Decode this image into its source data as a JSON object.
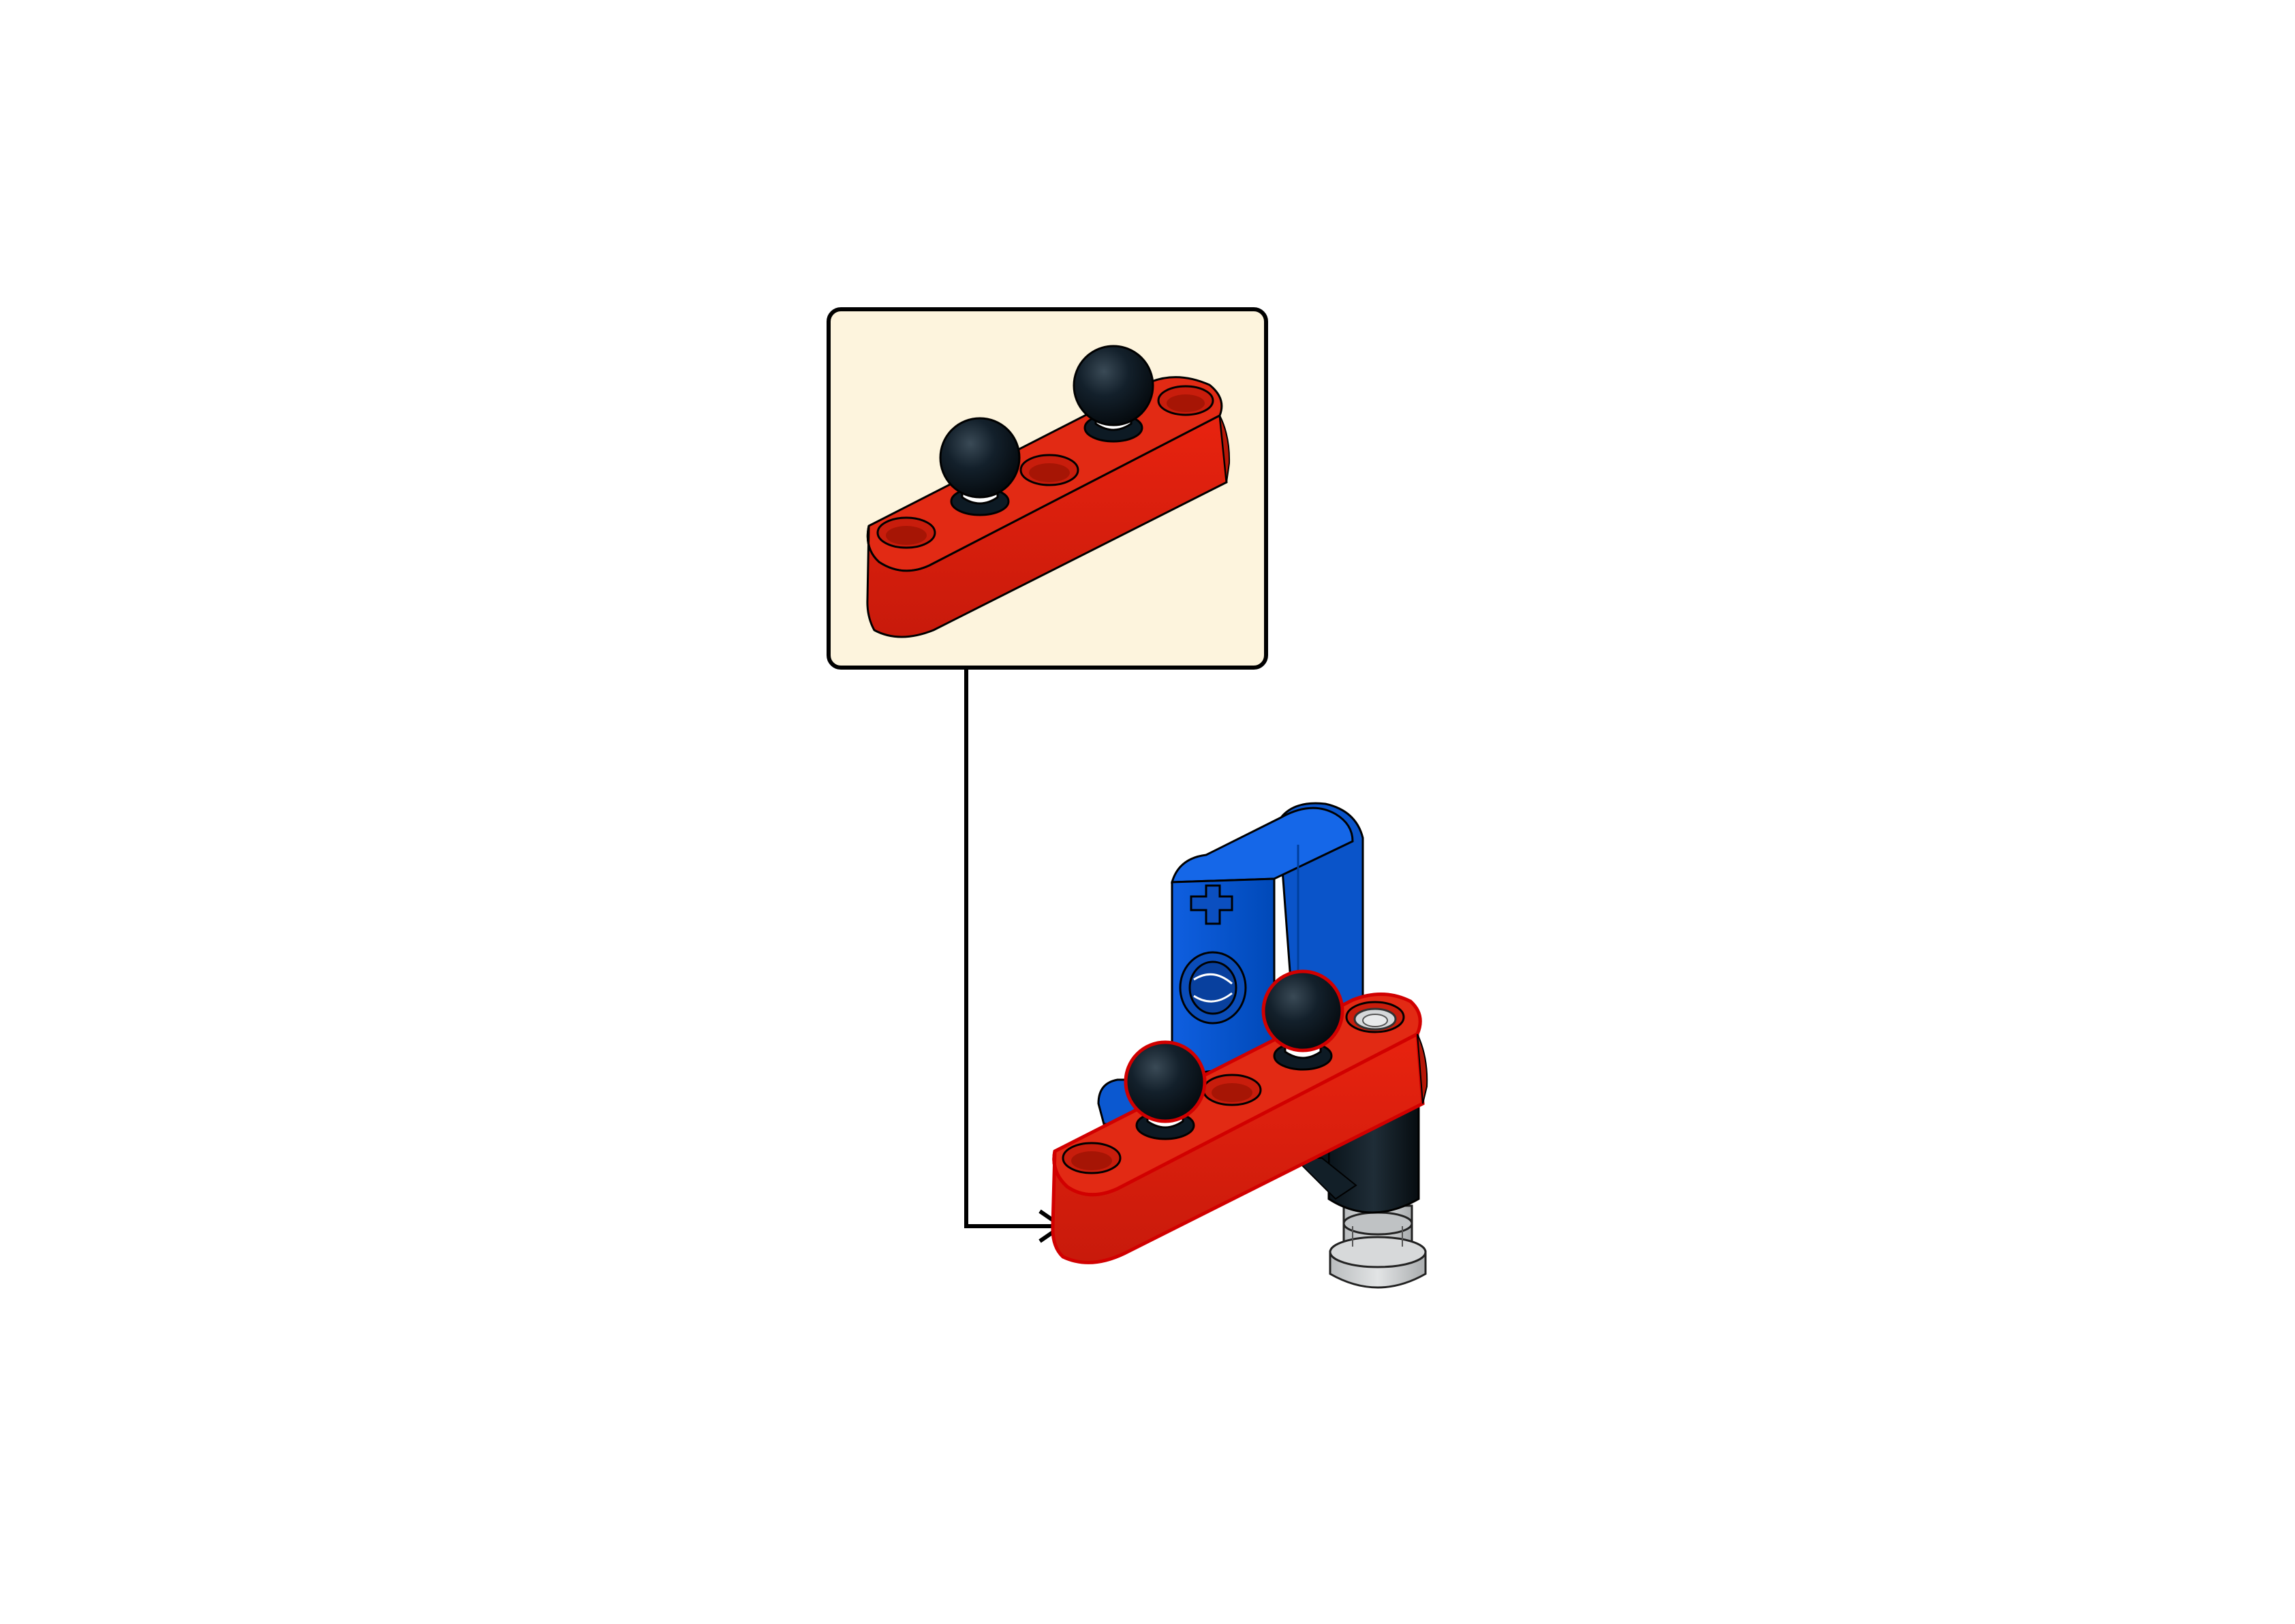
{
  "page": {
    "background_color": "#ffffff"
  },
  "callout": {
    "panel_color": "#fdf4dd",
    "border_color": "#000000",
    "arrow_color": "#000000"
  },
  "parts": {
    "liftarm": {
      "name": "red-liftarm",
      "color": "#e01f10",
      "hole_count": 5
    },
    "ball_joints": {
      "name": "black-ball-joint",
      "color": "#0d1a24",
      "count": 2
    },
    "upright_beam": {
      "name": "blue-beam",
      "color": "#0057d8"
    },
    "axle_connector": {
      "name": "black-connector",
      "color": "#0d1a24"
    },
    "pin": {
      "name": "gray-pin",
      "color": "#c7cacc"
    }
  }
}
